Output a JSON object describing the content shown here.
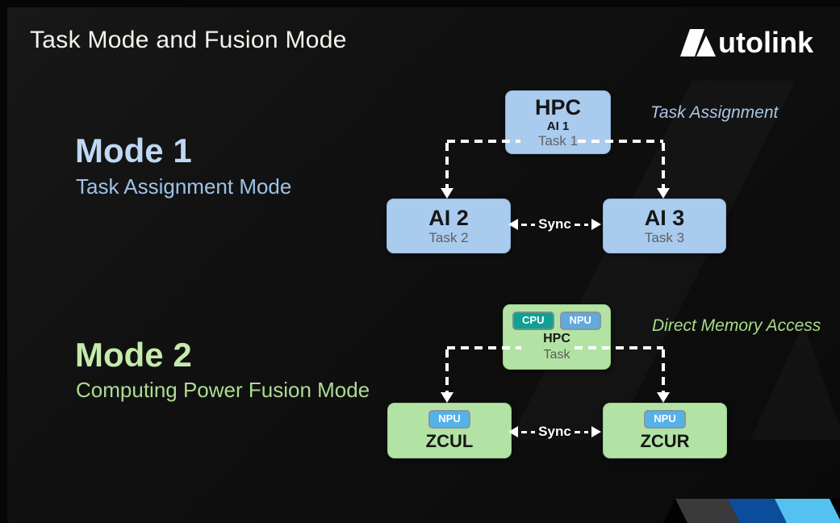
{
  "header": {
    "title": "Task Mode and Fusion Mode",
    "logo_wordmark": "utolink"
  },
  "mode1": {
    "heading": "Mode 1",
    "subheading": "Task Assignment Mode",
    "annotation": "Task Assignment",
    "hpc_box": {
      "title": "HPC",
      "line2": "AI 1",
      "line3": "Task 1"
    },
    "left_box": {
      "title": "AI 2",
      "subtitle": "Task 2"
    },
    "right_box": {
      "title": "AI 3",
      "subtitle": "Task 3"
    },
    "sync_label": "Sync"
  },
  "mode2": {
    "heading": "Mode 2",
    "subheading": "Computing Power Fusion Mode",
    "annotation": "Direct Memory Access",
    "hpc_box": {
      "chips": [
        "CPU",
        "NPU"
      ],
      "title": "HPC",
      "subtitle": "Task"
    },
    "left_box": {
      "chip": "NPU",
      "title": "ZCUL"
    },
    "right_box": {
      "chip": "NPU",
      "title": "ZCUR"
    },
    "sync_label": "Sync"
  },
  "colors": {
    "background": "#0d0d0d",
    "title_text": "#f4f3ee",
    "mode1_accent": "#bed7f3",
    "mode1_sub": "#9dc2e8",
    "mode2_accent": "#c6eaab",
    "mode2_sub": "#abdc90",
    "box_blue": "#a9cbee",
    "box_green": "#b2e3a4",
    "chip_cpu": "#10a094",
    "chip_npu": "#5bace4",
    "connector": "#ffffff",
    "stripe_gray": "#3a3a3c",
    "stripe_blue": "#0c4d9b",
    "stripe_lightblue": "#55c1f0"
  }
}
